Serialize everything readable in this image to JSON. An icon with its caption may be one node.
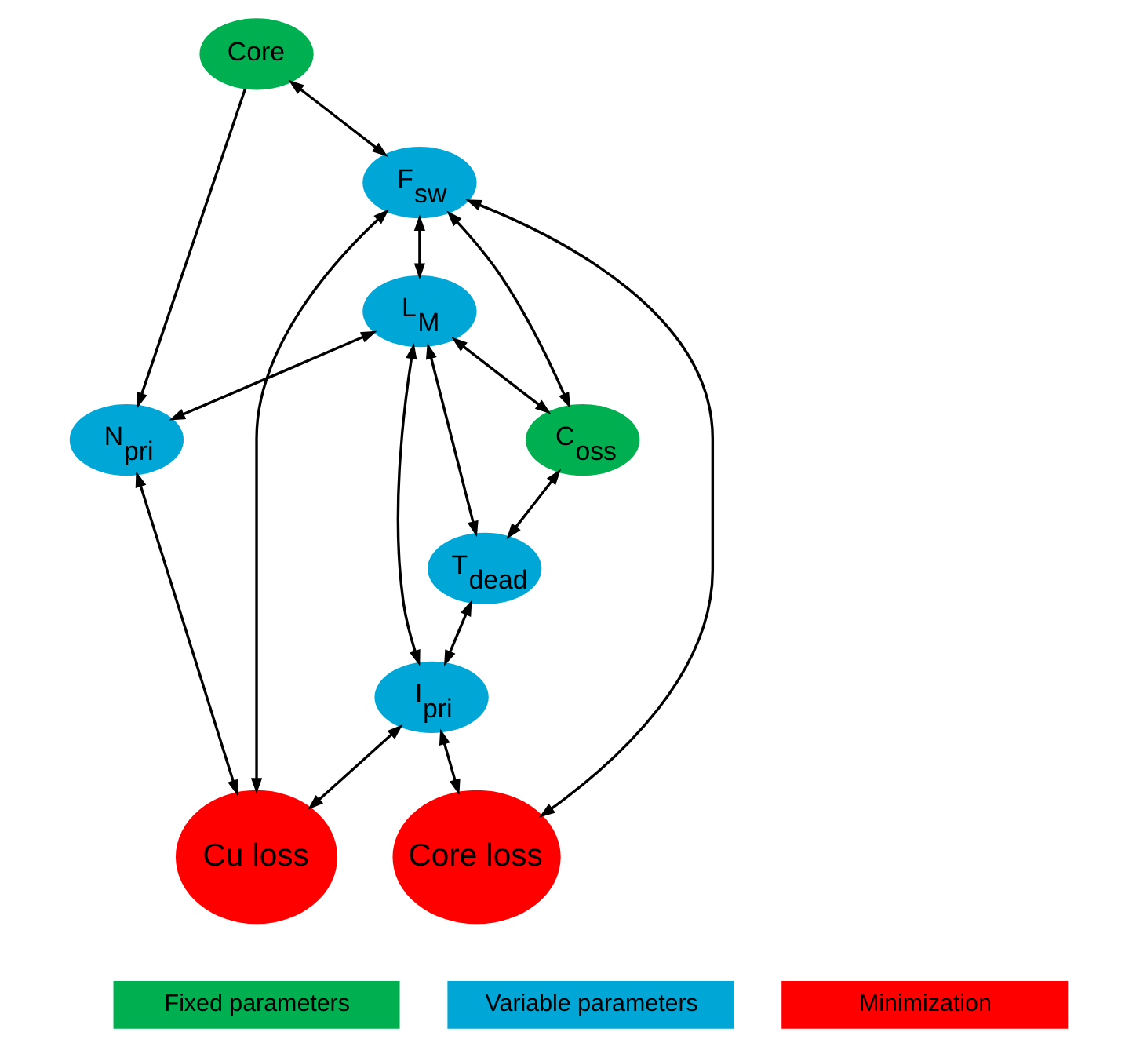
{
  "diagram": {
    "nodes": [
      {
        "text": [
          "Core"
        ]
      },
      {
        "text": [
          "F$_{sw}$"
        ]
      },
      {
        "text": [
          "L$_{M}$"
        ]
      },
      {
        "text": [
          "N$_{pri}$"
        ]
      },
      {
        "text": [
          "Cu loss"
        ]
      },
      {
        "text": [
          "C$_{oss}$"
        ]
      },
      {
        "text": [
          "T$_{dead}$"
        ]
      },
      {
        "text": [
          "Core loss"
        ]
      },
      {
        "text": [
          "I$_{pri}$"
        ]
      }
    ],
    "edges": [
      {
        "from": 0,
        "to": 1,
        "arrow": "both"
      },
      {
        "from": 0,
        "to": 3,
        "arrow": "to"
      },
      {
        "from": 1,
        "to": 4,
        "arrow": "both"
      },
      {
        "from": 1,
        "to": 2,
        "arrow": "both"
      },
      {
        "from": 1,
        "to": 5,
        "arrow": "both"
      },
      {
        "from": 2,
        "to": 3,
        "arrow": "both"
      },
      {
        "from": 3,
        "to": 4,
        "arrow": "both"
      },
      {
        "from": 2,
        "to": 5,
        "arrow": "both"
      },
      {
        "from": 2,
        "to": 6,
        "arrow": "both"
      },
      {
        "from": 5,
        "to": 6,
        "arrow": "both"
      },
      {
        "from": 2,
        "to": 8,
        "arrow": "both"
      },
      {
        "from": 6,
        "to": 8,
        "arrow": "both"
      },
      {
        "from": 8,
        "to": 4,
        "arrow": "both"
      },
      {
        "from": 8,
        "to": 7,
        "arrow": "both"
      },
      {
        "from": 1,
        "to": 7,
        "arrow": "both"
      }
    ],
    "legend": [
      {
        "text": "Fixed parameters",
        "color": "#00b050"
      },
      {
        "text": "Variable parameters",
        "color": "#00a6d6"
      },
      {
        "text": "Minimization",
        "color": "#ff0000"
      }
    ]
  }
}
